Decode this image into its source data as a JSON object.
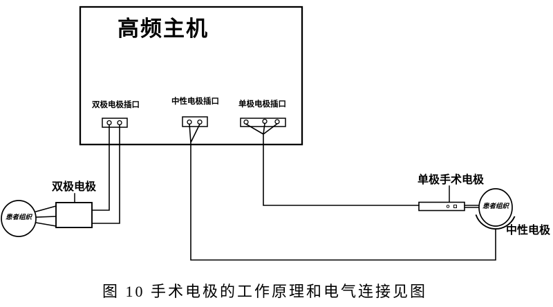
{
  "colors": {
    "background": "#ffffff",
    "line": "#000000"
  },
  "host": {
    "title": "高频主机"
  },
  "sockets": {
    "bipolar_label": "双极电极插口",
    "neutral_label": "中性电极插口",
    "monopolar_label": "单极电极插口",
    "bipolar_pin_count": 2,
    "neutral_pin_count": 2,
    "monopolar_pin_count": 3
  },
  "left_assembly": {
    "tissue_label": "患者组织",
    "electrode_label": "双极电极"
  },
  "right_assembly": {
    "electrode_label": "单极手术电极",
    "tissue_label": "患者组织",
    "neutral_label": "中性电极"
  },
  "caption": "图 10 手术电极的工作原理和电气连接见图"
}
